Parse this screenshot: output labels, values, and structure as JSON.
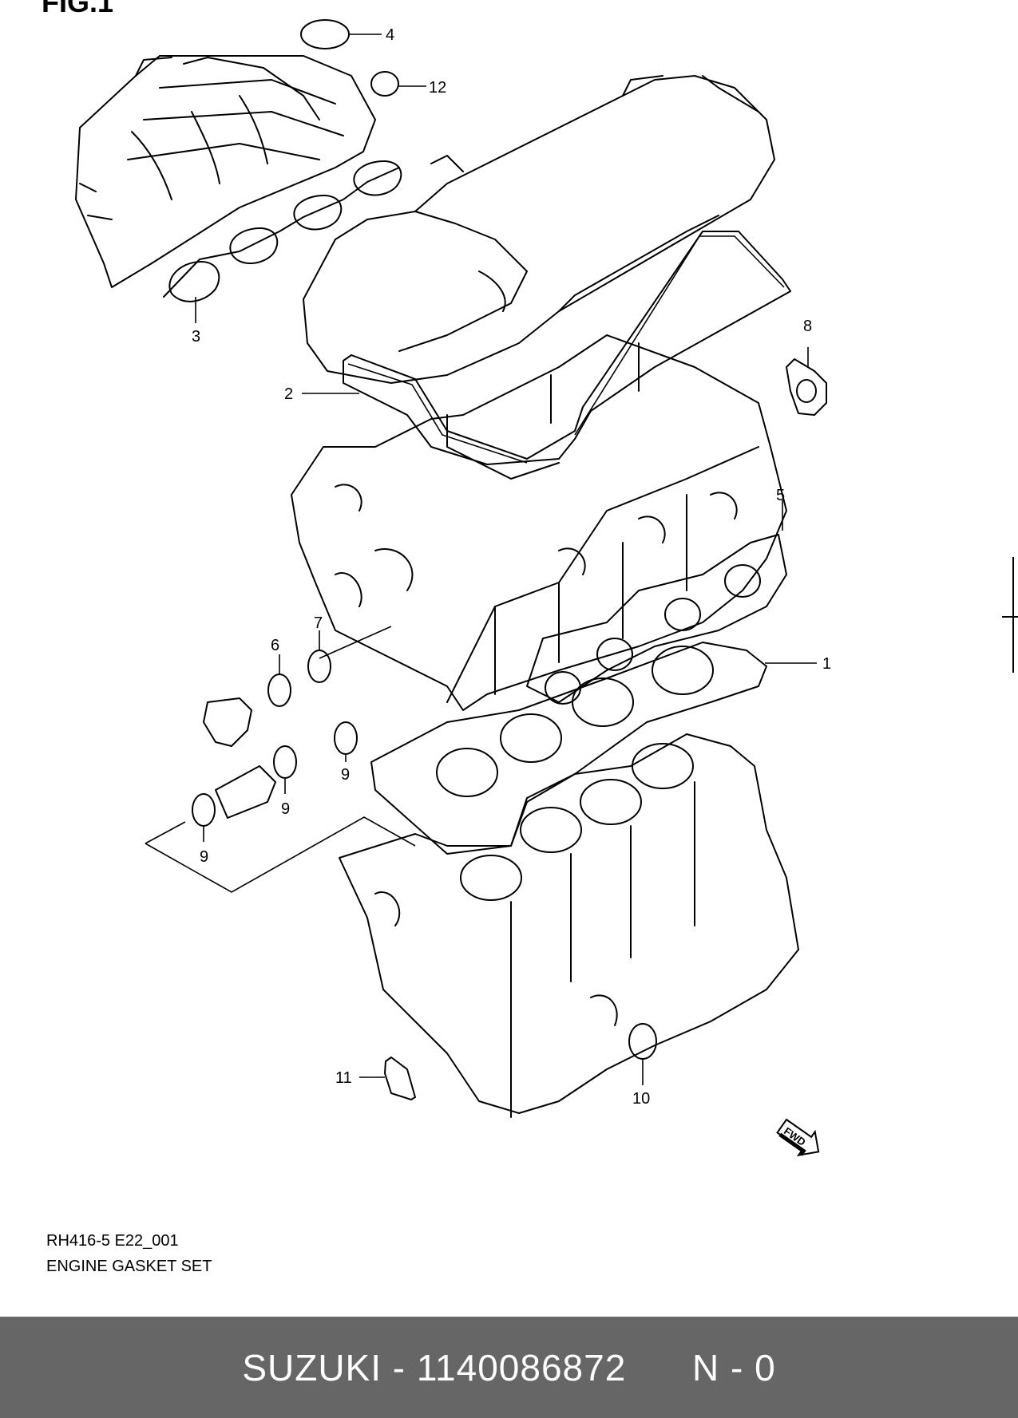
{
  "figure": {
    "title": "FIG.1"
  },
  "callouts": [
    {
      "id": "callout-1",
      "text": "1"
    },
    {
      "id": "callout-2",
      "text": "2"
    },
    {
      "id": "callout-3",
      "text": "3"
    },
    {
      "id": "callout-4",
      "text": "4"
    },
    {
      "id": "callout-5",
      "text": "5"
    },
    {
      "id": "callout-6",
      "text": "6"
    },
    {
      "id": "callout-7",
      "text": "7"
    },
    {
      "id": "callout-8",
      "text": "8"
    },
    {
      "id": "callout-9a",
      "text": "9"
    },
    {
      "id": "callout-9b",
      "text": "9"
    },
    {
      "id": "callout-9c",
      "text": "9"
    },
    {
      "id": "callout-10",
      "text": "10"
    },
    {
      "id": "callout-11",
      "text": "11"
    },
    {
      "id": "callout-12",
      "text": "12"
    }
  ],
  "fwd_label": "FWD",
  "diagram_code": "RH416-5 E22_001",
  "diagram_title": "ENGINE GASKET SET",
  "bottom_bar": {
    "brand": "SUZUKI",
    "separator": "-",
    "part_number": "1140086872",
    "suffix": "N - 0"
  }
}
